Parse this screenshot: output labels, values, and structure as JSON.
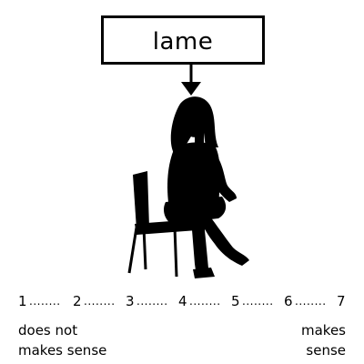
{
  "stimulus": {
    "word": "lame"
  },
  "scale": {
    "points": [
      "1",
      "2",
      "3",
      "4",
      "5",
      "6",
      "7"
    ],
    "separator": "........",
    "left_anchor": [
      "does not",
      "makes sense"
    ],
    "right_anchor": [
      "makes",
      "sense"
    ]
  },
  "icons": {
    "arrow": "down-arrow-icon",
    "figure": "seated-woman-silhouette"
  }
}
